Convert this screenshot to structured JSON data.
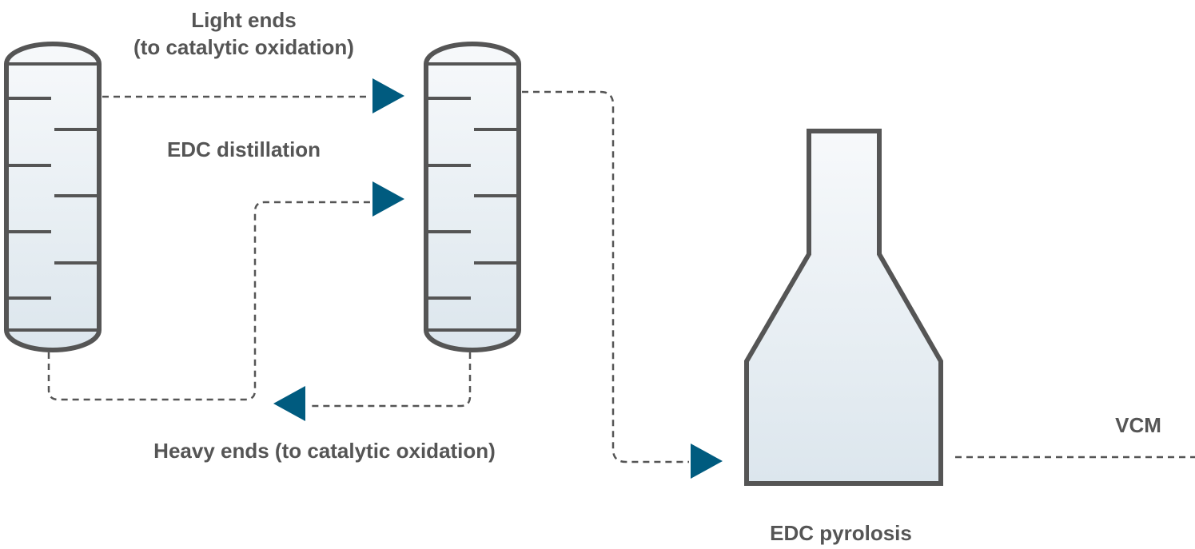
{
  "labels": {
    "light_ends_line1": "Light ends",
    "light_ends_line2": "(to catalytic oxidation)",
    "edc_distillation": "EDC distillation",
    "heavy_ends": "Heavy ends (to catalytic oxidation)",
    "edc_pyrolosis": "EDC pyrolosis",
    "vcm": "VCM"
  },
  "colors": {
    "outline": "#555555",
    "arrow": "#005b7f",
    "fill_top": "#f7f9fb",
    "fill_bottom": "#dce6ed",
    "text": "#555555"
  },
  "nodes": [
    {
      "id": "column-1",
      "kind": "distillation-column"
    },
    {
      "id": "column-2",
      "kind": "distillation-column"
    },
    {
      "id": "pyrolysis-furnace",
      "kind": "furnace"
    }
  ],
  "edges": [
    {
      "from": "column-1",
      "to": "column-2",
      "label_ref": "light_ends"
    },
    {
      "from": "column-1",
      "to": "column-2",
      "via": "bottoms"
    },
    {
      "from": "column-2",
      "to": "heavy-ends-out",
      "label_ref": "heavy_ends"
    },
    {
      "from": "column-2",
      "to": "pyrolysis-furnace"
    },
    {
      "from": "pyrolysis-furnace",
      "to": "vcm-out",
      "label_ref": "vcm"
    }
  ]
}
